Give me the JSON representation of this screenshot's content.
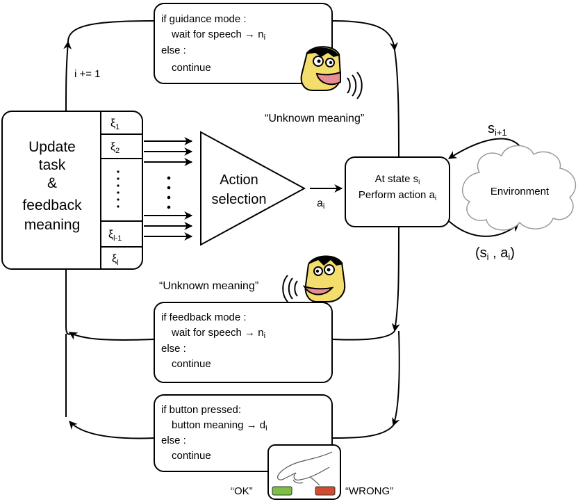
{
  "update_box": {
    "lines": [
      "Update",
      "task",
      "&",
      "feedback",
      "meaning"
    ]
  },
  "xi_column": {
    "items": [
      {
        "base": "ξ",
        "sub": "1"
      },
      {
        "base": "ξ",
        "sub": "2"
      },
      {
        "base": "ξ",
        "sub": "l-1"
      },
      {
        "base": "ξ",
        "sub": "l"
      }
    ]
  },
  "increment_label": "i += 1",
  "guidance_box": {
    "line1": "if guidance mode :",
    "line2": "wait for speech → n",
    "line2_sub": "i",
    "line3": "else :",
    "line4": "continue"
  },
  "unknown_meaning_top": "“Unknown meaning”",
  "action_selection": {
    "line1": "Action",
    "line2": "selection"
  },
  "action_output": {
    "base": "a",
    "sub": "i"
  },
  "state_box": {
    "line1": "At state s",
    "line1_sub": "i",
    "line2": "Perform action a",
    "line2_sub": "i"
  },
  "environment_label": "Environment",
  "next_state_label": {
    "base": "s",
    "sub": "i+1"
  },
  "state_action_pair": {
    "open": "(s",
    "sub1": "i",
    "mid": " , a",
    "sub2": "i",
    "close": ")"
  },
  "unknown_meaning_bottom": "“Unknown meaning”",
  "feedback_box": {
    "line1": "if feedback mode :",
    "line2": "wait for speech → n",
    "line2_sub": "i",
    "line3": "else :",
    "line4": "continue"
  },
  "button_box": {
    "line1": "if button pressed:",
    "line2": "button meaning → d",
    "line2_sub": "i",
    "line3": "else :",
    "line4": "continue"
  },
  "ok_label": "“OK”",
  "wrong_label": "“WRONG”",
  "colors": {
    "ok_button": "#7bc043",
    "wrong_button": "#d24a30",
    "face_skin": "#f3dd6d",
    "mouth": "#e98c95"
  }
}
